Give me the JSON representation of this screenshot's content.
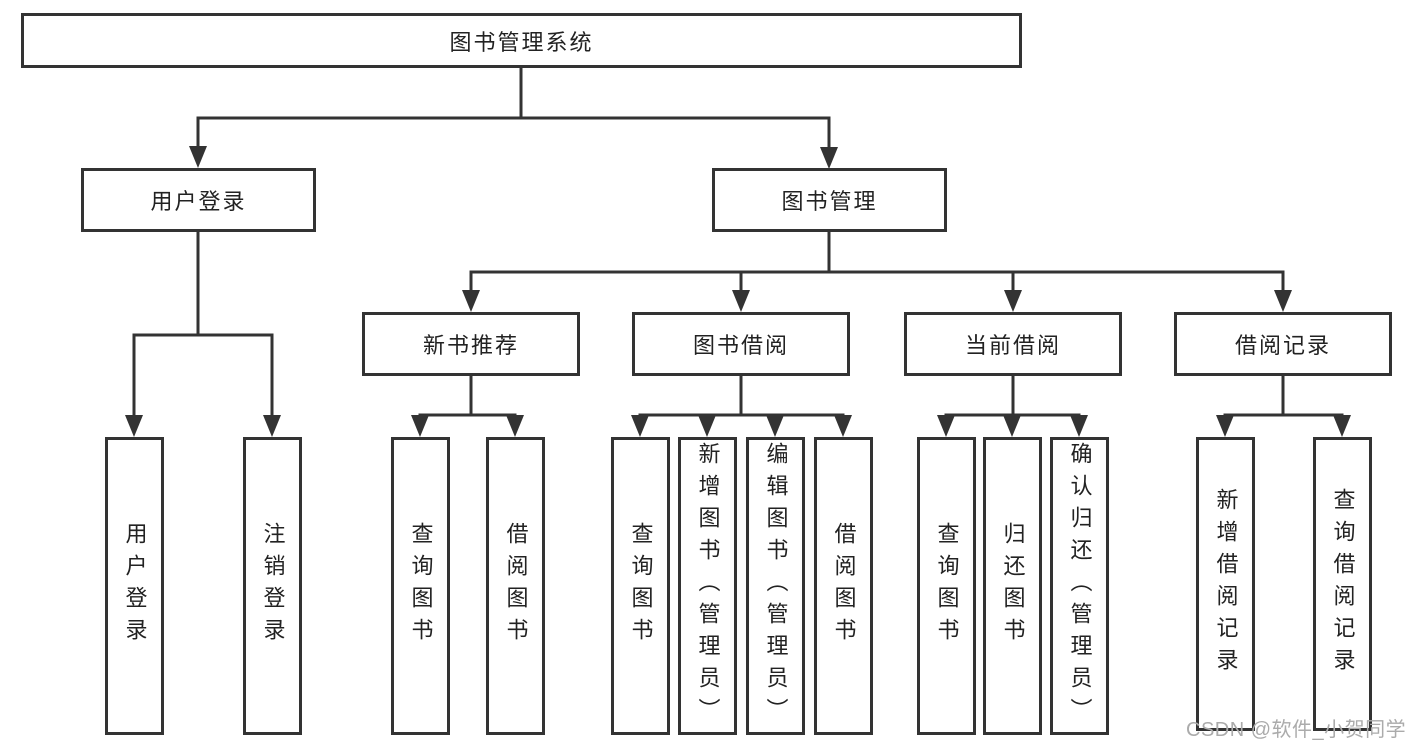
{
  "tree": {
    "root": {
      "label": "图书管理系统"
    },
    "branches": [
      {
        "label": "用户登录",
        "children": [
          {
            "label": "用户登录"
          },
          {
            "label": "注销登录"
          }
        ]
      },
      {
        "label": "图书管理",
        "sections": [
          {
            "label": "新书推荐",
            "children": [
              {
                "label": "查询图书"
              },
              {
                "label": "借阅图书"
              }
            ]
          },
          {
            "label": "图书借阅",
            "children": [
              {
                "label": "查询图书"
              },
              {
                "label": "新增图书（管理员）"
              },
              {
                "label": "编辑图书（管理员）"
              },
              {
                "label": "借阅图书"
              }
            ]
          },
          {
            "label": "当前借阅",
            "children": [
              {
                "label": "查询图书"
              },
              {
                "label": "归还图书"
              },
              {
                "label": "确认归还（管理员）"
              }
            ]
          },
          {
            "label": "借阅记录",
            "children": [
              {
                "label": "新增借阅记录"
              },
              {
                "label": "查询借阅记录"
              }
            ]
          }
        ]
      }
    ]
  },
  "watermark": {
    "text": "CSDN @软件_小贺同学"
  },
  "colors": {
    "line": "#333333",
    "box_border": "#333333",
    "text": "#222222",
    "watermark": "#ababab",
    "background": "#ffffff"
  }
}
